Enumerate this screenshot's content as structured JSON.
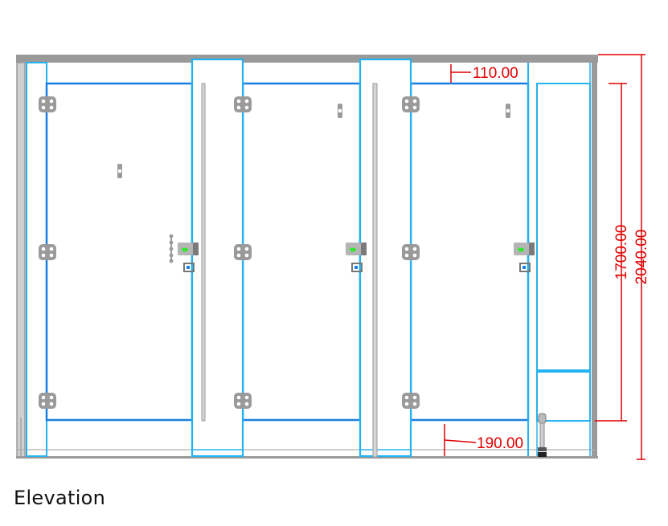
{
  "caption": "Elevation",
  "dimensions": {
    "top_gap": "110.00",
    "bottom_gap": "190.00",
    "door_height": "1700.00",
    "total_height": "2040.00"
  },
  "colors": {
    "frame": "#9a9a9a",
    "door": "#1a7fe0",
    "pilaster": "#22b3f0",
    "dimension": "#e00000",
    "indicator": "#2ee82e"
  },
  "icons": {
    "hinge": "hinge-icon",
    "latch": "latch-indicator-icon",
    "hook": "coat-hook-icon",
    "pull": "door-pull-icon",
    "foot": "adjustable-foot-icon"
  }
}
